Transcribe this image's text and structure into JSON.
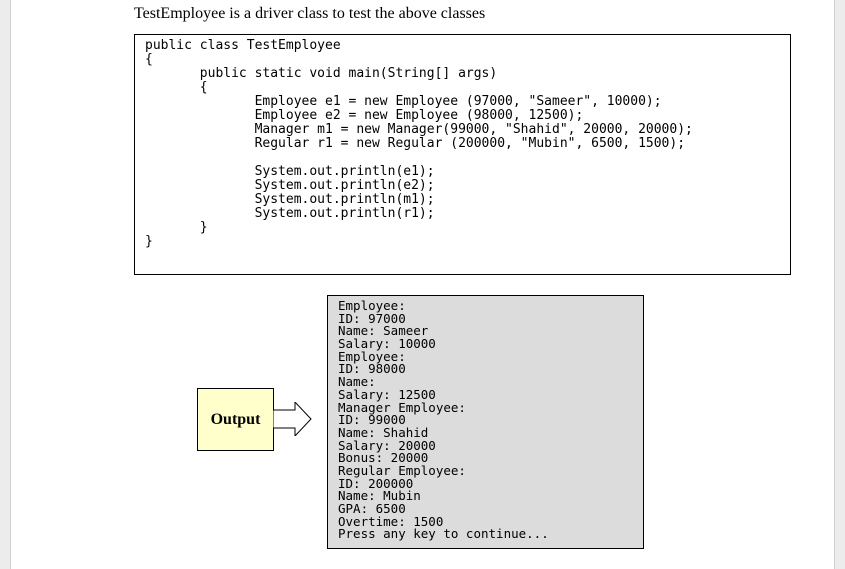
{
  "intro_text": "TestEmployee is a driver class to test the above classes",
  "code_lines": [
    "public class TestEmployee",
    "{",
    "       public static void main(String[] args)",
    "       {",
    "              Employee e1 = new Employee (97000, \"Sameer\", 10000);",
    "              Employee e2 = new Employee (98000, 12500);",
    "              Manager m1 = new Manager(99000, \"Shahid\", 20000, 20000);",
    "              Regular r1 = new Regular (200000, \"Mubin\", 6500, 1500);",
    "",
    "              System.out.println(e1);",
    "              System.out.println(e2);",
    "              System.out.println(m1);",
    "              System.out.println(r1);",
    "       }",
    "}"
  ],
  "output_label": "Output",
  "console_lines": [
    "Employee:",
    "ID: 97000",
    "Name: Sameer",
    "Salary: 10000",
    "Employee:",
    "ID: 98000",
    "Name:",
    "Salary: 12500",
    "Manager Employee:",
    "ID: 99000",
    "Name: Shahid",
    "Salary: 20000",
    "Bonus: 20000",
    "Regular Employee:",
    "ID: 200000",
    "Name: Mubin",
    "GPA: 6500",
    "Overtime: 1500",
    "Press any key to continue..."
  ],
  "colors": {
    "output_box_fill": "#ffffcc",
    "console_fill": "#dcdcdc",
    "page_background": "#ffffff"
  },
  "icons": {
    "output_arrow": "right-arrow-icon"
  }
}
